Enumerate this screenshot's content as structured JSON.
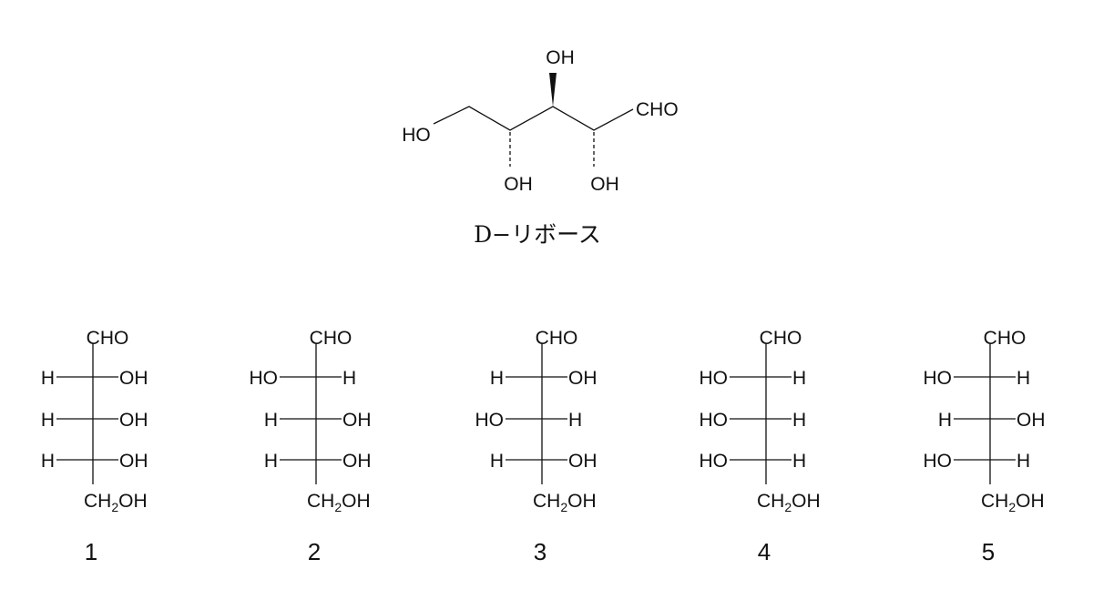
{
  "ribose": {
    "caption": "D−リボース",
    "labels": {
      "oh_top": "OH",
      "cho": "CHO",
      "ho_left": "HO",
      "oh_bottom_left": "OH",
      "oh_bottom_right": "OH"
    }
  },
  "fischer": [
    {
      "number": "1",
      "top": "CHO",
      "rows": [
        {
          "left": "H",
          "right": "OH"
        },
        {
          "left": "H",
          "right": "OH"
        },
        {
          "left": "H",
          "right": "OH"
        }
      ],
      "bottom": {
        "main": "CH",
        "sub": "2",
        "tail": "OH"
      }
    },
    {
      "number": "2",
      "top": "CHO",
      "rows": [
        {
          "left": "HO",
          "right": "H"
        },
        {
          "left": "H",
          "right": "OH"
        },
        {
          "left": "H",
          "right": "OH"
        }
      ],
      "bottom": {
        "main": "CH",
        "sub": "2",
        "tail": "OH"
      }
    },
    {
      "number": "3",
      "top": "CHO",
      "rows": [
        {
          "left": "H",
          "right": "OH"
        },
        {
          "left": "HO",
          "right": "H"
        },
        {
          "left": "H",
          "right": "OH"
        }
      ],
      "bottom": {
        "main": "CH",
        "sub": "2",
        "tail": "OH"
      }
    },
    {
      "number": "4",
      "top": "CHO",
      "rows": [
        {
          "left": "HO",
          "right": "H"
        },
        {
          "left": "HO",
          "right": "H"
        },
        {
          "left": "HO",
          "right": "H"
        }
      ],
      "bottom": {
        "main": "CH",
        "sub": "2",
        "tail": "OH"
      }
    },
    {
      "number": "5",
      "top": "CHO",
      "rows": [
        {
          "left": "HO",
          "right": "H"
        },
        {
          "left": "H",
          "right": "OH"
        },
        {
          "left": "HO",
          "right": "H"
        }
      ],
      "bottom": {
        "main": "CH",
        "sub": "2",
        "tail": "OH"
      }
    }
  ]
}
